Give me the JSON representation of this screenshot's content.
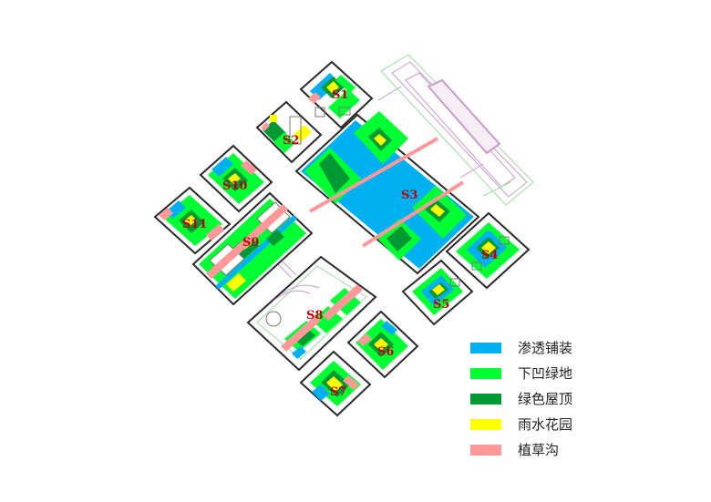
{
  "colors": {
    "permeable_paving": "#00b0f0",
    "sunken_greenspace": "#00ff33",
    "green_roof": "#009933",
    "rain_garden": "#ffff00",
    "grass_swale": "#ff9999",
    "plot_outline": "#2a2a2a",
    "building_outline": "#777777",
    "label": "#c00000",
    "park_line": "#cc99cc",
    "park_line_green": "#99dd99"
  },
  "plots": [
    {
      "id": "S1",
      "label": "S1"
    },
    {
      "id": "S2",
      "label": "S2"
    },
    {
      "id": "S3",
      "label": "S3"
    },
    {
      "id": "S4",
      "label": "S4"
    },
    {
      "id": "S5",
      "label": "S5"
    },
    {
      "id": "S6",
      "label": "S6"
    },
    {
      "id": "S7",
      "label": "S7"
    },
    {
      "id": "S8",
      "label": "S8"
    },
    {
      "id": "S9",
      "label": "S9"
    },
    {
      "id": "S10",
      "label": "S10"
    },
    {
      "id": "S11",
      "label": "S11"
    }
  ],
  "legend": [
    {
      "label": "渗透铺装",
      "color": "#00b0f0"
    },
    {
      "label": "下凹绿地",
      "color": "#00ff33"
    },
    {
      "label": "绿色屋顶",
      "color": "#009933"
    },
    {
      "label": "雨水花园",
      "color": "#ffff00"
    },
    {
      "label": "植草沟",
      "color": "#ff9999"
    }
  ]
}
